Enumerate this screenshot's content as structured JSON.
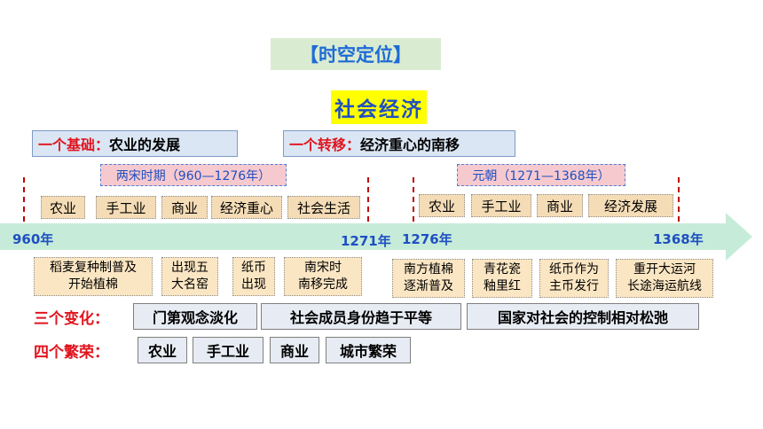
{
  "header": {
    "title": "【时空定位】",
    "subtitle": "社会经济"
  },
  "foundation": {
    "label": "一个基础：",
    "text": "农业的发展"
  },
  "shift": {
    "label": "一个转移：",
    "text": "经济重心的南移"
  },
  "periods": {
    "song": "两宋时期（960—1276年）",
    "yuan": "元朝（1271—1368年）"
  },
  "song_topics": [
    "农业",
    "手工业",
    "商业",
    "经济重心",
    "社会生活"
  ],
  "yuan_topics": [
    "农业",
    "手工业",
    "商业",
    "经济发展"
  ],
  "timeline": {
    "y960": "960年",
    "y1271": "1271年",
    "y1276": "1276年",
    "y1368": "1368年"
  },
  "song_facts": [
    "稻麦复种制普及\n开始植棉",
    "出现五\n大名窑",
    "纸币\n出现",
    "南宋时\n南移完成"
  ],
  "yuan_facts": [
    "南方植棉\n逐渐普及",
    "青花瓷\n釉里红",
    "纸币作为\n主币发行",
    "重开大运河\n长途海运航线"
  ],
  "changes": {
    "label": "三个变化：",
    "items": [
      "门第观念淡化",
      "社会成员身份趋于平等",
      "国家对社会的控制相对松弛"
    ]
  },
  "prosperities": {
    "label": "四个繁荣：",
    "items": [
      "农业",
      "手工业",
      "商业",
      "城市繁荣"
    ]
  },
  "colors": {
    "title_blue": "#1f6bd6",
    "red": "#e1141e",
    "arrow": "#c6ecd9",
    "highlight": "#ffff00"
  }
}
